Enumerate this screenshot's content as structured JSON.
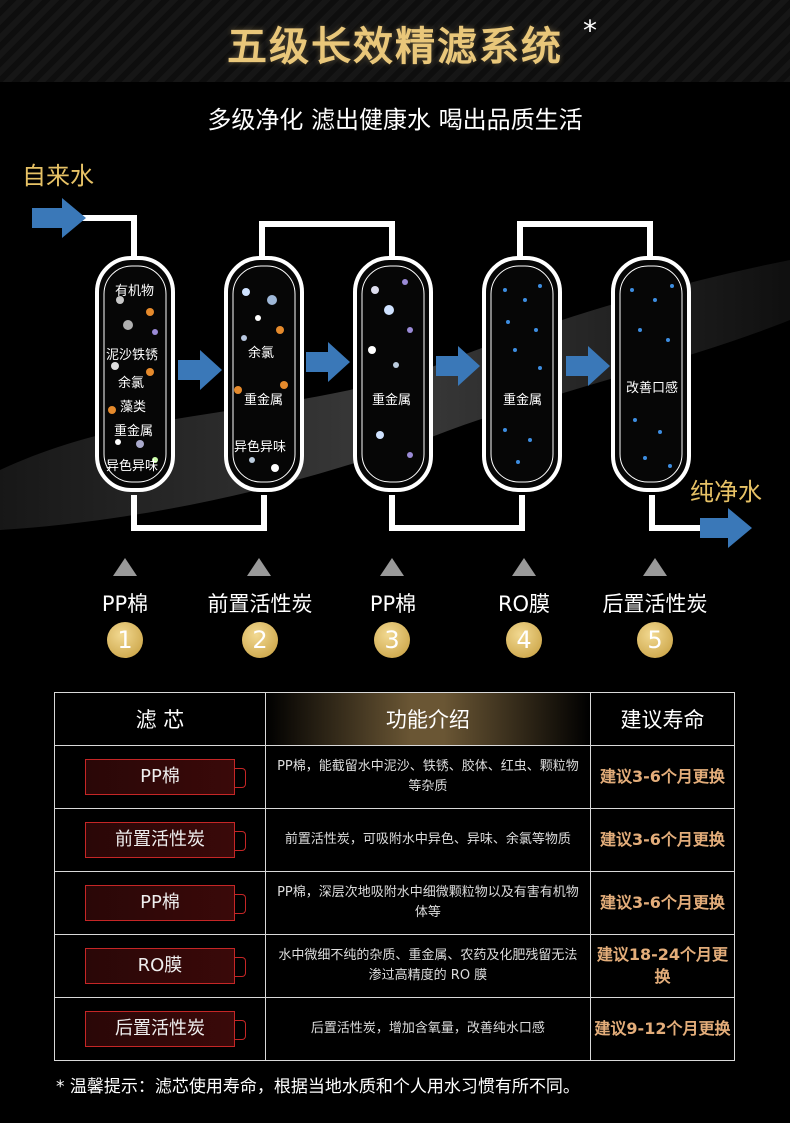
{
  "header": {
    "title": "五级长效精滤系统",
    "asterisk": "*",
    "subtitle": "多级净化 滤出健康水 喝出品质生活"
  },
  "flow": {
    "input_label": "自来水",
    "output_label": "纯净水"
  },
  "stages": [
    {
      "name": "PP棉",
      "number": "1",
      "contaminants": [
        "有机物",
        "泥沙铁锈",
        "余氯",
        "藻类",
        "重金属",
        "异色异味"
      ]
    },
    {
      "name": "前置活性炭",
      "number": "2",
      "contaminants": [
        "余氯",
        "重金属",
        "异色异味"
      ]
    },
    {
      "name": "PP棉",
      "number": "3",
      "contaminants": [
        "重金属"
      ]
    },
    {
      "name": "RO膜",
      "number": "4",
      "contaminants": [
        "重金属"
      ]
    },
    {
      "name": "后置活性炭",
      "number": "5",
      "contaminants": [
        "改善口感"
      ]
    }
  ],
  "table": {
    "headers": [
      "滤 芯",
      "功能介绍",
      "建议寿命"
    ],
    "rows": [
      {
        "filter": "PP棉",
        "desc": "PP棉，能截留水中泥沙、铁锈、胶体、红虫、颗粒物等杂质",
        "life": "建议3-6个月更换"
      },
      {
        "filter": "前置活性炭",
        "desc": "前置活性炭，可吸附水中异色、异味、余氯等物质",
        "life": "建议3-6个月更换"
      },
      {
        "filter": "PP棉",
        "desc": "PP棉，深层次地吸附水中细微颗粒物以及有害有机物体等",
        "life": "建议3-6个月更换"
      },
      {
        "filter": "RO膜",
        "desc": "水中微细不纯的杂质、重金属、农药及化肥残留无法渗过高精度的 RO 膜",
        "life": "建议18-24个月更换"
      },
      {
        "filter": "后置活性炭",
        "desc": "后置活性炭，增加含氧量，改善纯水口感",
        "life": "建议9-12个月更换"
      }
    ]
  },
  "footnote": "* 温馨提示：滤芯使用寿命，根据当地水质和个人用水习惯有所不同。",
  "colors": {
    "gold": "#e7c266",
    "flow_arrow": "#3a78b8",
    "table_border": "#d9d9d9",
    "cartridge_red": "#c52626",
    "life_text": "#e3ad7a"
  }
}
